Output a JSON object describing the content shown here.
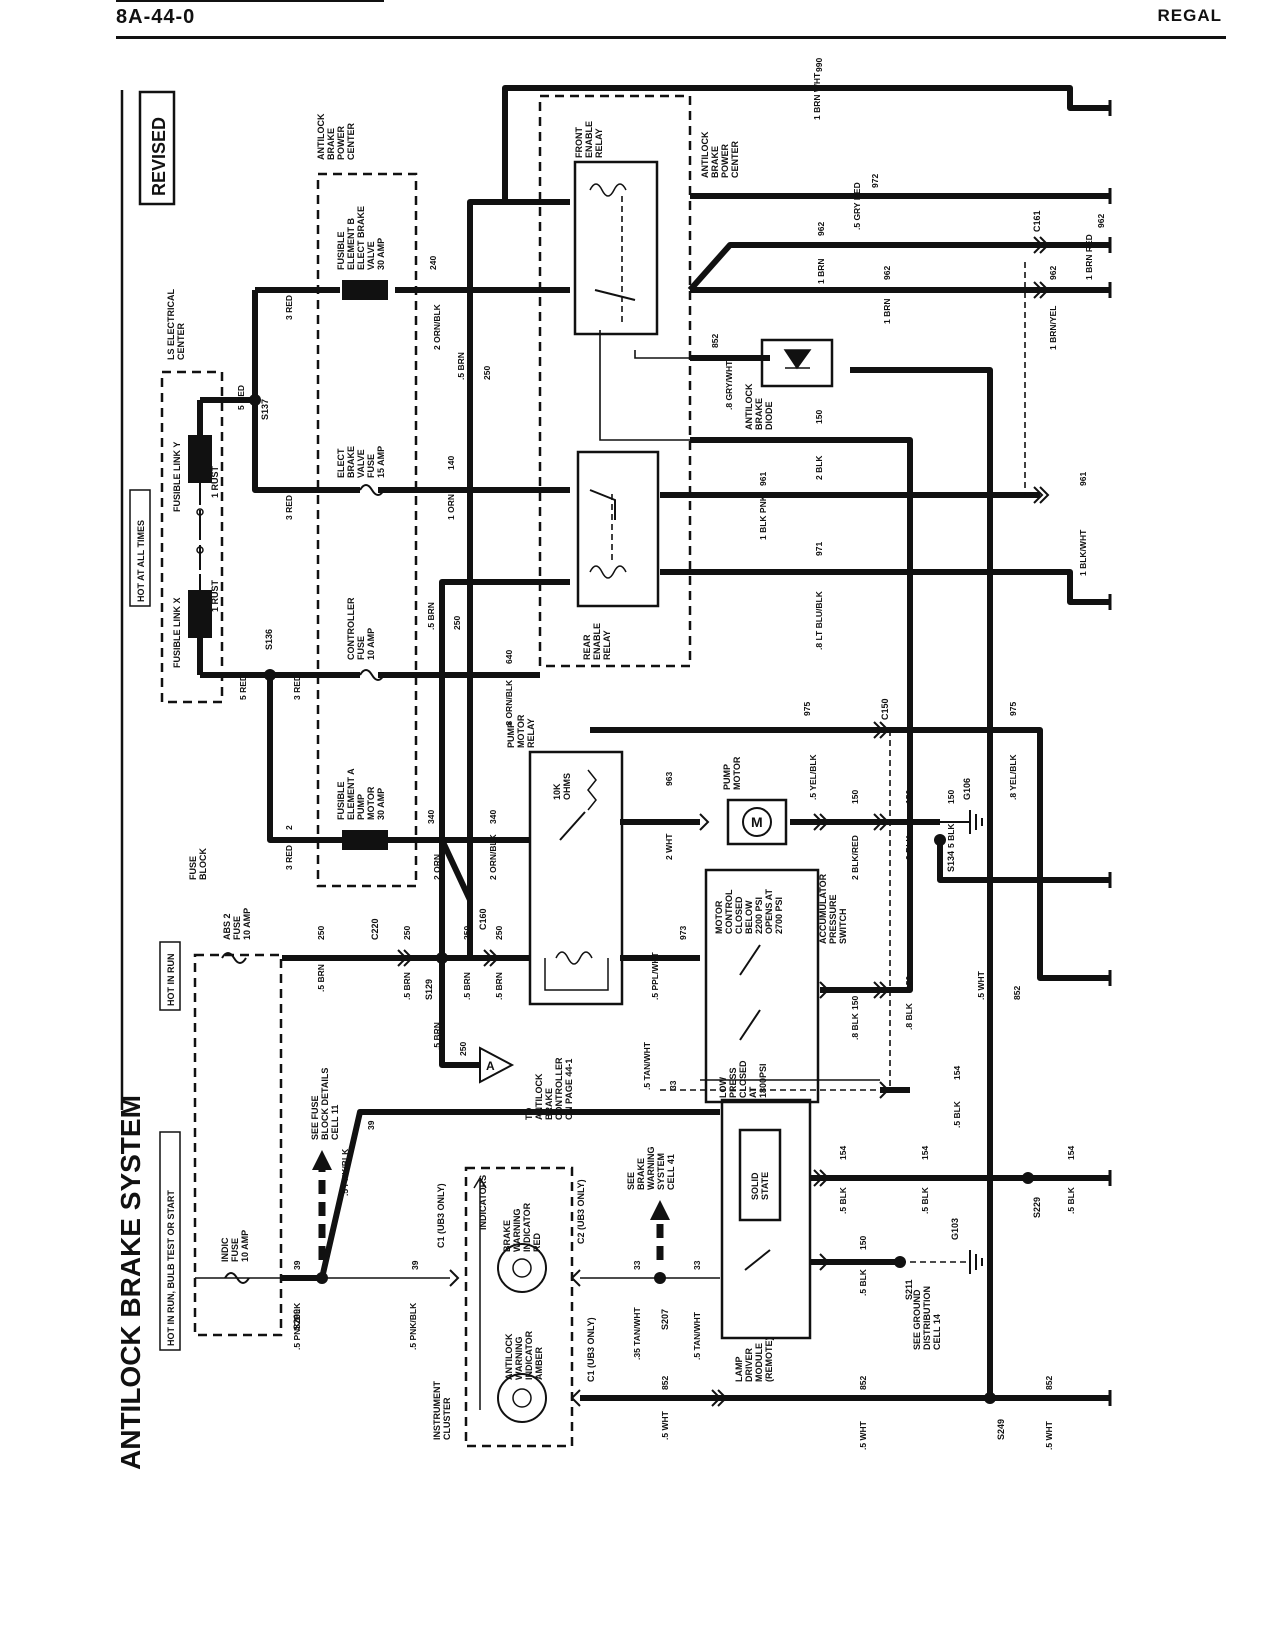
{
  "header": {
    "page_code": "8A-44-0",
    "model": "REGAL"
  },
  "title": "ANTILOCK BRAKE SYSTEM",
  "revised": "REVISED",
  "power_labels": {
    "hot_run_bulb_start": "HOT IN RUN, BULB TEST OR START",
    "hot_in_run": "HOT IN RUN",
    "hot_at_all_times": "HOT AT ALL TIMES"
  },
  "fuses": {
    "indic": [
      "INDIC",
      "FUSE",
      "10 AMP"
    ],
    "abs2": [
      "ABS 2",
      "FUSE",
      "10 AMP"
    ],
    "fuse_block": [
      "FUSE",
      "BLOCK"
    ],
    "fusible_link_x": "FUSIBLE LINK X",
    "fusible_link_y": "FUSIBLE LINK Y",
    "link_x_wire": "1 RUST",
    "link_y_wire": "1 RUST",
    "ls_center": [
      "LS ELECTRICAL",
      "CENTER"
    ],
    "fusible_a": [
      "FUSIBLE",
      "ELEMENT A",
      "PUMP",
      "MOTOR",
      "30 AMP"
    ],
    "controller": [
      "CONTROLLER",
      "FUSE",
      "10 AMP"
    ],
    "elect_valve": [
      "ELECT",
      "BRAKE",
      "VALVE",
      "FUSE",
      "15 AMP"
    ],
    "fusible_b": [
      "FUSIBLE",
      "ELEMENT B",
      "ELECT BRAKE",
      "VALVE",
      "30 AMP"
    ],
    "power_center": [
      "ANTILOCK",
      "BRAKE",
      "POWER",
      "CENTER"
    ]
  },
  "components": {
    "pump_motor_relay": [
      "PUMP",
      "MOTOR",
      "RELAY"
    ],
    "ohms": [
      "10K",
      "OHMS"
    ],
    "pump_motor": [
      "PUMP",
      "MOTOR"
    ],
    "motor_symbol": "M",
    "accumulator_switch": [
      "ACCUMULATOR",
      "PRESSURE",
      "SWITCH"
    ],
    "motor_control": [
      "MOTOR",
      "CONTROL",
      "CLOSED",
      "BELOW",
      "2200 PSI",
      "OPENS AT",
      "2700 PSI"
    ],
    "low_press": [
      "LOW",
      "PRESS",
      "CLOSED",
      "AT",
      "1800PSI"
    ],
    "rear_relay": [
      "REAR",
      "ENABLE",
      "RELAY"
    ],
    "front_relay": [
      "FRONT",
      "ENABLE",
      "RELAY"
    ],
    "brake_diode": [
      "ANTILOCK",
      "BRAKE",
      "DIODE"
    ],
    "lamp_driver": [
      "LAMP",
      "DRIVER",
      "MODULE",
      "(REMOTE)"
    ],
    "solid_state": [
      "SOLID",
      "STATE"
    ],
    "instrument_cluster": [
      "INSTRUMENT",
      "CLUSTER"
    ],
    "indicators": "INDICATORS",
    "antilock_indicator": [
      "ANTILOCK",
      "WARNING",
      "INDICATOR",
      "AMBER"
    ],
    "brake_indicator": [
      "BRAKE",
      "WARNING",
      "INDICATOR",
      "RED"
    ],
    "to_controller": [
      "TO",
      "ANTILOCK",
      "BRAKE",
      "CONTROLLER",
      "ON PAGE 44-1"
    ],
    "triangle_letter": "A"
  },
  "notes": {
    "fuse_details": [
      "SEE FUSE",
      "BLOCK DETAILS",
      "CELL 11"
    ],
    "brake_warning": [
      "SEE",
      "BRAKE",
      "WARNING",
      "SYSTEM",
      "CELL 41"
    ],
    "ground_dist": [
      "SEE GROUND",
      "DISTRIBUTION",
      "CELL 14"
    ]
  },
  "splices": [
    "S209",
    "S129",
    "S136",
    "S137",
    "S134",
    "S207",
    "S211",
    "S229",
    "S249"
  ],
  "connectors": [
    "C220",
    "C160",
    "C150",
    "C161",
    "C1 (UB3 ONLY)",
    "C2 (UB3 ONLY)",
    "C1 (UB3 ONLY)"
  ],
  "grounds": [
    "G106",
    "G103"
  ],
  "wires": {
    "w_5pnkblk_a": ".5 PNK/BLK",
    "w_5pnkblk_b": ".5 PNK/BLK",
    "w_5pnkblk_c": ".5 PNK/BLK",
    "n39a": "39",
    "n39b": "39",
    "n39c": "39",
    "w_5brn_a": ".5 BRN",
    "w_5brn_b": ".5 BRN",
    "w_5brn_c": ".5 BRN",
    "w_5brn_d": ".5 BRN",
    "w_5brn_e": ".5 BRN",
    "w_5brn_f": ".5 BRN",
    "n250a": "250",
    "n250b": "250",
    "n250c": "250",
    "n250d": "250",
    "n250e": "250",
    "n250f": "250",
    "n250g": "250",
    "w_3red_a": "3 RED",
    "w_3red_b": "3 RED",
    "w_3red_c": "3 RED",
    "w_3red_d": "3 RED",
    "w_5red_a": "5 RED",
    "w_5red_b": "5 RED",
    "n2": "2",
    "w_2orn": "2 ORN",
    "w_2ornblk": "2 ORN/BLK",
    "w_2ornblk2": "2 ORN/BLK",
    "w_8ornblk": ".8 ORN/BLK",
    "n340a": "340",
    "n340b": "340",
    "n240": "240",
    "n140": "140",
    "n640": "640",
    "w_1orn": "1 ORN",
    "n963": "963",
    "w_2wht": "2 WHT",
    "n973": "973",
    "w_5pplwht": ".5 PPL/WHT",
    "w_5tanwht_a": ".5 TAN/WHT",
    "w_5tanwht_b": ".35 TAN/WHT",
    "w_5tanwht_c": ".5 TAN/WHT",
    "n33a": "33",
    "n33b": "33",
    "n33c": "33",
    "n975a": "975",
    "n975b": "975",
    "w_5yelblk": ".5 YEL/BLK",
    "w_8yelblk": ".8 YEL/BLK",
    "n150a": "150",
    "n150b": "150",
    "n150c": "150",
    "n150d": "150",
    "n150e": "150",
    "n150f": "150",
    "w_2blkred": "2 BLK/RED",
    "w_2blk_a": "2 BLK",
    "w_2blk_b": "2 BLK",
    "w_5blk_a": "5 BLK",
    "w_8blk_a": ".8 BLK",
    "w_8blk_b": ".8 BLK",
    "n154a": "154",
    "n154b": "154",
    "n154c": "154",
    "n154d": "154",
    "w_5blk_b": ".5 BLK",
    "w_5blk_c": ".5 BLK",
    "w_5blk_d": ".5 BLK",
    "w_5blk_e": ".5 BLK",
    "w_5blk_f": ".5 BLK",
    "n852a": "852",
    "n852b": "852",
    "n852c": "852",
    "n852d": "852",
    "n852e": "852",
    "w_5wht_a": ".5 WHT",
    "w_5wht_b": ".5 WHT",
    "w_5wht_c": ".5 WHT",
    "w_5wht_d": ".5 WHT",
    "w_8grywht": ".8 GRY/WHT",
    "n961a": "961",
    "n961b": "961",
    "w_1blkpnk": "1 BLK PNK",
    "w_1blkwht": "1 BLK/WHT",
    "n971": "971",
    "w_8ltblublk": ".8 LT BLU/BLK",
    "n962a": "962",
    "n962b": "962",
    "n962c": "962",
    "n962d": "962",
    "w_1brn_a": "1 BRN",
    "w_1brn_b": "1 BRN",
    "w_5gryred": ".5 GRY RED",
    "w_1brnred": "1 BRN RED",
    "w_1brnyel": "1 BRN/YEL",
    "n972": "972",
    "n990": "990",
    "w_1brnwht": "1 BRN WHT"
  }
}
